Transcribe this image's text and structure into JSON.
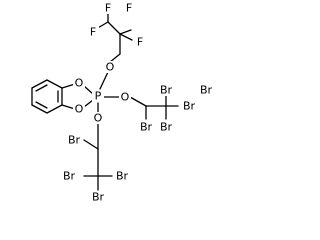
{
  "molecule": {
    "atoms": [
      {
        "id": "f_top_left",
        "label": "F"
      },
      {
        "id": "f_top_right",
        "label": "F"
      },
      {
        "id": "f_mid_left",
        "label": "F"
      },
      {
        "id": "f_mid_right",
        "label": "F"
      },
      {
        "id": "o_top",
        "label": "O"
      },
      {
        "id": "o_ring_upper",
        "label": "O"
      },
      {
        "id": "phosphorus",
        "label": "P"
      },
      {
        "id": "o_right",
        "label": "O"
      },
      {
        "id": "o_ring_lower",
        "label": "O"
      },
      {
        "id": "o_bottom",
        "label": "O"
      },
      {
        "id": "br_r_upper",
        "label": "Br"
      },
      {
        "id": "br_r_top",
        "label": "Br"
      },
      {
        "id": "br_r_side",
        "label": "Br"
      },
      {
        "id": "br_r_left",
        "label": "Br"
      },
      {
        "id": "br_b_upper",
        "label": "Br"
      },
      {
        "id": "br_b_left",
        "label": "Br"
      },
      {
        "id": "br_b_right",
        "label": "Br"
      },
      {
        "id": "br_b_bottom",
        "label": "Br"
      }
    ]
  }
}
